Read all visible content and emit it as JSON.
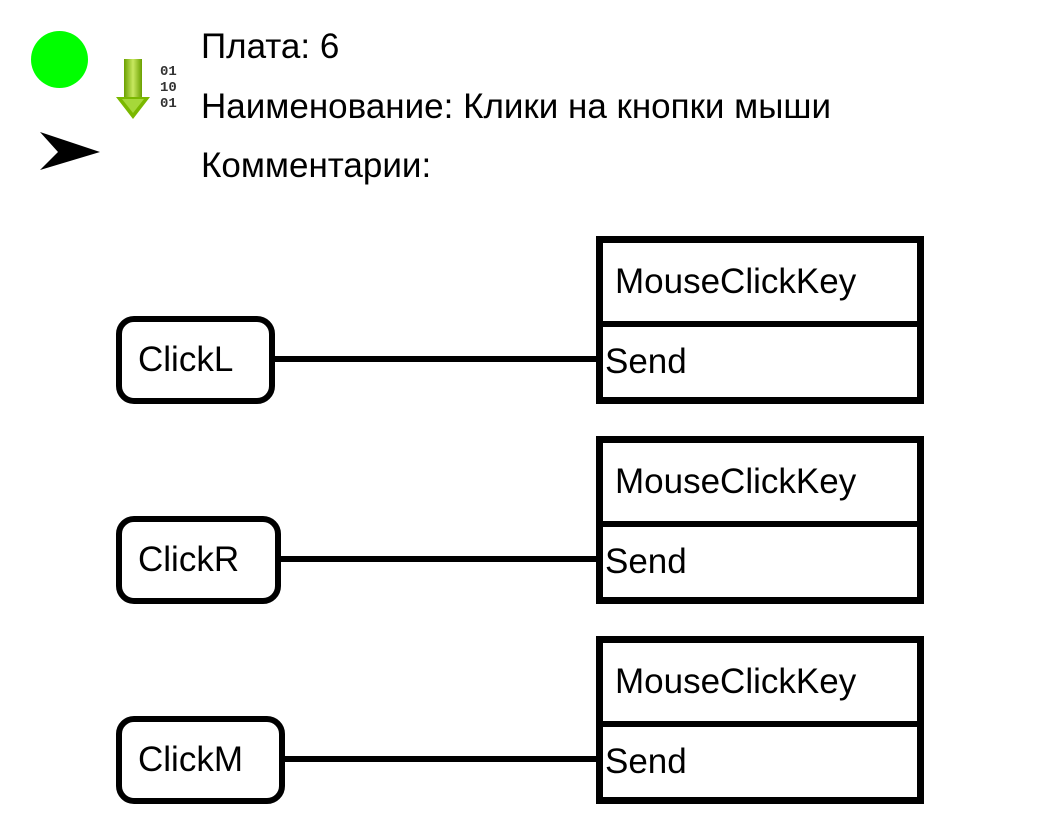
{
  "header": {
    "status_color": "#00ff00",
    "board_label": "Плата: 6",
    "name_label": "Наименование: Клики на кнопки мыши",
    "comments_label": "Комментарии:",
    "icons": [
      "status-dot-icon",
      "download-binary-icon",
      "arrow-pointer-icon"
    ]
  },
  "diagram": {
    "inputs": [
      {
        "label": "ClickL"
      },
      {
        "label": "ClickR"
      },
      {
        "label": "ClickM"
      }
    ],
    "blocks": [
      {
        "title": "MouseClickKey",
        "port": "Send"
      },
      {
        "title": "MouseClickKey",
        "port": "Send"
      },
      {
        "title": "MouseClickKey",
        "port": "Send"
      }
    ]
  }
}
